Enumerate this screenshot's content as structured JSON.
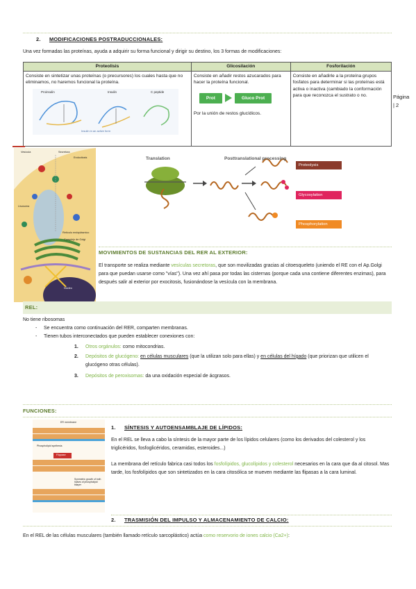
{
  "section2": {
    "number": "2.",
    "title": "MODIFICACIONES POSTRADUCCIONALES:",
    "intro": "Una vez formadas las proteínas, ayuda a adquirir su forma funcional y dirigir su destino, los 3 formas de modificaciones:"
  },
  "table": {
    "headers": [
      "Proteolisis",
      "Glicosilación",
      "Fosforilación"
    ],
    "proteolisis_text": "Consiste en sintetizar unas proteínas (o precursores) los cuales hasta que no eliminamos, no haremos funcional la proteína.",
    "proteolisis_fig": {
      "labels": [
        "Proinsulin",
        "Insulin",
        "C peptide"
      ],
      "caption": "Insulin in an active form"
    },
    "glicosilacion_text": "Consiste en añadir restos azucarados para hacer la proteína funcional.",
    "glicosilacion_prot": "Prot",
    "glicosilacion_gluco": "Gluco Prot",
    "glicosilacion_note": "Por la unión de restos glucídicos.",
    "fosforilacion_text": "Consiste en añadirle a la proteína grupos fosfatos para determinar si las proteínas está activa o inactiva (cambiado la conformación para que reconozca el sustrato o no."
  },
  "page_label": {
    "word": "Página",
    "number": "| 2"
  },
  "cell_diagram": {
    "labels": [
      "Vesícula",
      "Secretora",
      "Endocitosis",
      "Lisosoma",
      "Retículo endoplásmico",
      "Complejo de Golgi",
      "Núcleo"
    ]
  },
  "ptm_figure": {
    "translation": "Translation",
    "processing": "Posttranslational processing",
    "tags": [
      "Proteolysis",
      "Glycosylation",
      "Phosphorylation"
    ],
    "colors": {
      "proteolysis": "#8b3a2b",
      "glycosylation": "#e0245e",
      "phosphorylation": "#f08a24"
    }
  },
  "movimientos": {
    "title": "MOVIMIENTOS DE SUSTANCIAS DEL RER AL EXTERIOR:",
    "p_before": "El transporte se realiza mediante ",
    "p_highlight": "vesículas secretoras",
    "p_after": ", que son movilizadas gracias al citoesqueleto (uniendo el RE con el Ap.Golgi para que puedan usarse como \"vías\"). Una vez ahí pasa por todas las cisternas (porque cada una contiene diferentes enzimas), para después salir al exterior por exocitosis, fusionándose la vesícula con la membrana."
  },
  "rel": {
    "title": "REL:",
    "no_ribo": "No tiene ribosomas",
    "bullets": [
      "Se encuentra como continuación del RER, comparten membranas.",
      "Tienen tubos interconectados que pueden establecer conexiones con:"
    ],
    "items": [
      {
        "num": "1.",
        "label": "Otros orgánulos:",
        "text": " como mitocondrias."
      },
      {
        "num": "2.",
        "label": "Depósitos de glucógeno:",
        "u1": "en células musculares",
        "mid": " (que la utilizan solo para ellas) y ",
        "u2": "en células del hígado",
        "end": " (que priorizan que utilicen el glucógeno otras células)."
      },
      {
        "num": "3.",
        "label": "Depósitos de peroxisomas:",
        "text": " da una oxidación especial de ácgrasos."
      }
    ]
  },
  "funciones": {
    "title": "FUNCIONES:",
    "f1_num": "1.",
    "f1_title": "SÍNTESIS Y AUTOENSAMBLAJE DE LÍPIDOS:",
    "f1_p1": "En el REL se lleva a cabo la síntesis de la mayor parte de los lípidos celulares (como los derivados del colesterol y los triglicéridos, fosfoglicéridos, ceramidas, esteroides...)",
    "f1_p2_a": "La membrana del retículo fabrica casi todos los ",
    "f1_p2_hl": "fosfolípidos, glucolípidos y colesterol",
    "f1_p2_b": " necesarios en la cara que da al citosol. Mas tarde, los fosfolípidos que son sintetizados en la cara citosólica se mueven mediante las flipasas a la cara luminal.",
    "membrane_fig_labels": [
      "ER membrane",
      "Phospholipid synthesis",
      "Flippase",
      "Symmetric growth of both halves of phospholipid bilayer"
    ],
    "f2_num": "2.",
    "f2_title": "TRASMISIÓN DEL IMPULSO Y ALMACENAMIENTO DE CALCIO:",
    "f2_p_a": "En el REL de las células musculares (también llamado retículo sarcoplástico) actúa ",
    "f2_p_hl": "como reservorio de iones calcio (Ca2+)",
    "f2_p_b": ":"
  }
}
